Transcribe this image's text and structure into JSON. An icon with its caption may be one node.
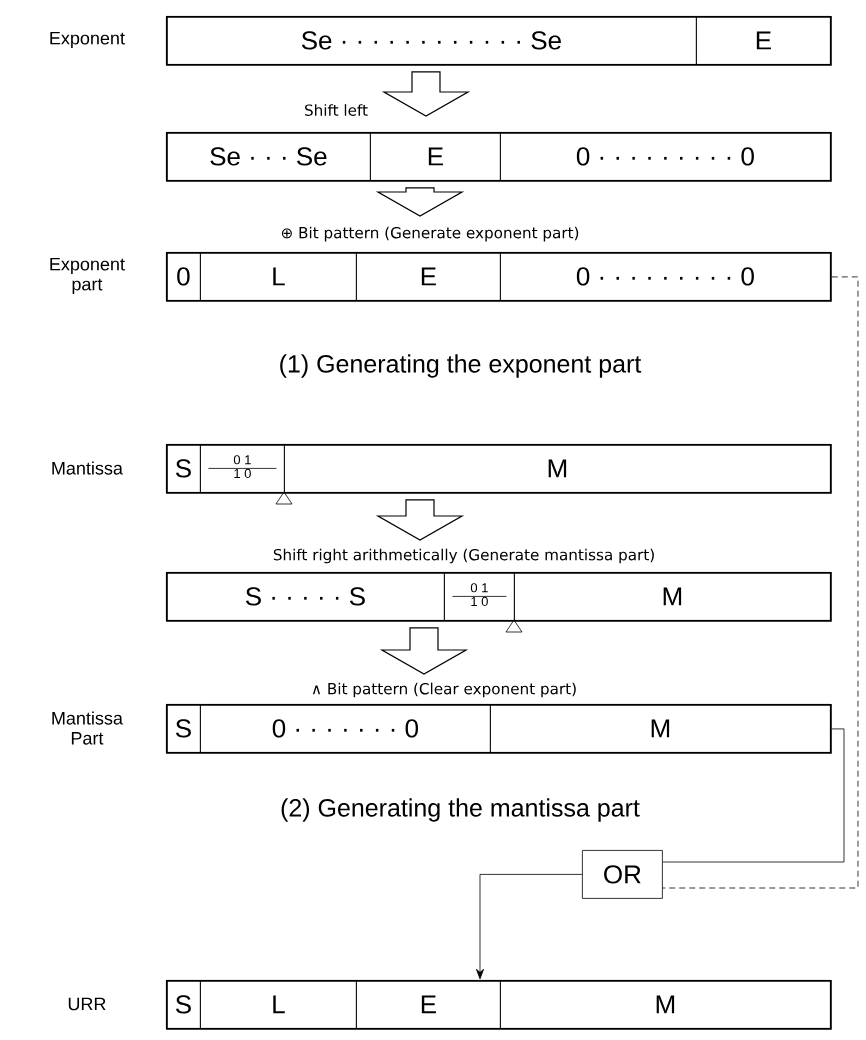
{
  "diagram": {
    "nodes": [
      {
        "text": [],
        "shape": "box",
        "beside": [
          "Exponent"
        ]
      },
      {
        "text": [
          "Se · · · · · · · · · · · · Se"
        ],
        "in": 0
      },
      {
        "text": [
          "E"
        ],
        "in": 0
      },
      {
        "text": [],
        "shape": "box"
      },
      {
        "text": [
          "Se · · · Se"
        ],
        "in": 3
      },
      {
        "text": [
          "E"
        ],
        "in": 3
      },
      {
        "text": [
          "0 · · · · · · · · · 0"
        ],
        "in": 3
      },
      {
        "text": [],
        "shape": "box",
        "beside": [
          "Exponent part"
        ]
      },
      {
        "text": [
          "0"
        ],
        "in": 7
      },
      {
        "text": [
          "L"
        ],
        "in": 7
      },
      {
        "text": [
          "E"
        ],
        "in": 7
      },
      {
        "text": [
          "0 · · · · · · · · · 0"
        ],
        "in": 7
      },
      {
        "text": [],
        "shape": "box",
        "beside": [
          "Mantissa"
        ]
      },
      {
        "text": [
          "S"
        ],
        "in": 12
      },
      {
        "text": [
          "0 1",
          "1 0"
        ],
        "in": 12
      },
      {
        "text": [
          "M"
        ],
        "in": 12
      },
      {
        "text": [],
        "shape": "box"
      },
      {
        "text": [
          "S · · · · · S"
        ],
        "in": 16
      },
      {
        "text": [
          "0 1",
          "1 0"
        ],
        "in": 16
      },
      {
        "text": [
          "M"
        ],
        "in": 16
      },
      {
        "text": [],
        "shape": "box",
        "beside": [
          "Mantissa Part"
        ]
      },
      {
        "text": [
          "S"
        ],
        "in": 20
      },
      {
        "text": [
          "0 · · · · · · · 0"
        ],
        "in": 20
      },
      {
        "text": [
          "M"
        ],
        "in": 20
      },
      {
        "text": [
          "OR"
        ]
      },
      {
        "text": [],
        "shape": "box",
        "beside": [
          "URR"
        ]
      },
      {
        "text": [
          "S"
        ],
        "in": 25
      },
      {
        "text": [
          "L"
        ],
        "in": 25
      },
      {
        "text": [
          "E"
        ],
        "in": 25
      },
      {
        "text": [
          "M"
        ],
        "in": 25
      }
    ],
    "edges": [
      {
        "from": 0,
        "to": 3,
        "arrow": "to",
        "style": "thick",
        "label": "Shift left"
      },
      {
        "from": 3,
        "to": 7,
        "arrow": "to",
        "style": "thick",
        "label": "⊕ Bit pattern (Generate exponent part)"
      },
      {
        "from": 12,
        "to": 16,
        "arrow": "to",
        "style": "thick",
        "label": "Shift right arithmetically (Generate mantissa part)"
      },
      {
        "from": 16,
        "to": 20,
        "arrow": "to",
        "style": "thick",
        "label": "∧ Bit pattern (Clear exponent part)"
      },
      {
        "from": 20,
        "to": 24,
        "arrow": "none"
      },
      {
        "from": 7,
        "to": 24,
        "arrow": "none",
        "style": "dashed"
      },
      {
        "from": 24,
        "to": 28,
        "arrow": "to"
      }
    ],
    "labels": [
      "(1) Generating the exponent part",
      "(2) Generating the mantissa part"
    ]
  }
}
